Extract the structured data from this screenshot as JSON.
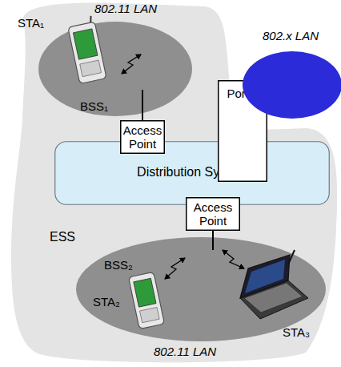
{
  "diagram": {
    "nodes": [
      {
        "text": [
          "ESS"
        ]
      },
      {
        "text": [
          "BSS₁"
        ],
        "in": 0
      },
      {
        "text": [
          "STA₁"
        ],
        "in": 1
      },
      {
        "text": [
          "Access Point"
        ],
        "in": 0
      },
      {
        "text": [
          "Distribution System"
        ],
        "in": 0
      },
      {
        "text": [
          "Portal"
        ],
        "in": 0
      },
      {
        "text": [
          "802.x LAN"
        ]
      },
      {
        "text": [
          "Access Point"
        ],
        "in": 0
      },
      {
        "text": [
          "BSS₂"
        ],
        "in": 0
      },
      {
        "text": [
          "STA₂"
        ],
        "in": 8
      },
      {
        "text": [
          "STA₃"
        ],
        "in": 8
      }
    ],
    "labels": [
      "802.11 LAN",
      "802.11 LAN"
    ]
  }
}
